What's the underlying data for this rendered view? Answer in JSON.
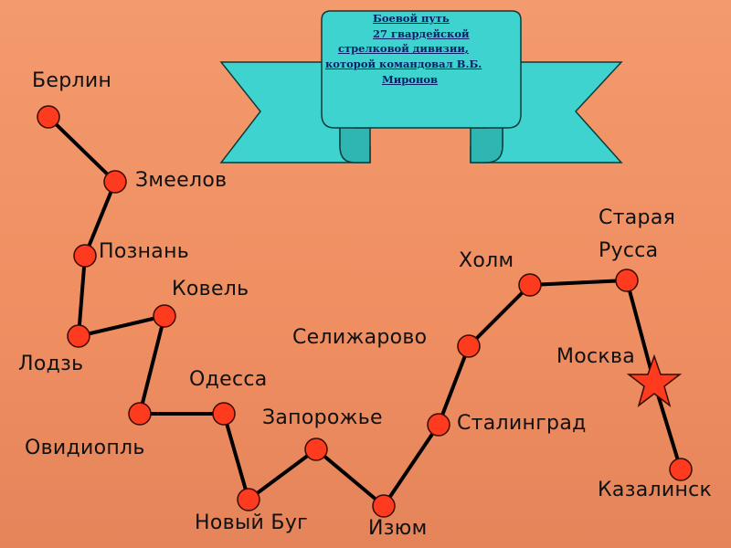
{
  "banner": {
    "line1": "Боевой путь",
    "line2": "27 гвардейской",
    "line3": "стрелковой дивизии,",
    "line4": "которой командовал В.Б.",
    "line5": "Миронов"
  },
  "cities": {
    "berlin": "Берлин",
    "zmeelov": "Змеелов",
    "poznan": "Познань",
    "kovel": "Ковель",
    "lodz": "Лодзь",
    "odessa": "Одесса",
    "ovidiopl": "Овидиопль",
    "zaporozhye": "Запорожье",
    "novy_bug": "Новый Буг",
    "izyum": "Изюм",
    "stalingrad": "Сталинград",
    "selizharovo": "Селижарово",
    "kholm": "Холм",
    "staraya": "Старая",
    "russa": "Русса",
    "moskva": "Москва",
    "kazalinsk": "Казалинск"
  },
  "colors": {
    "background": "#ef8f62",
    "node": "#ff3b1f",
    "route": "#000000",
    "banner": "#3fd3cf",
    "star": "#ff3b1f",
    "banner_text": "#0b1f66"
  }
}
